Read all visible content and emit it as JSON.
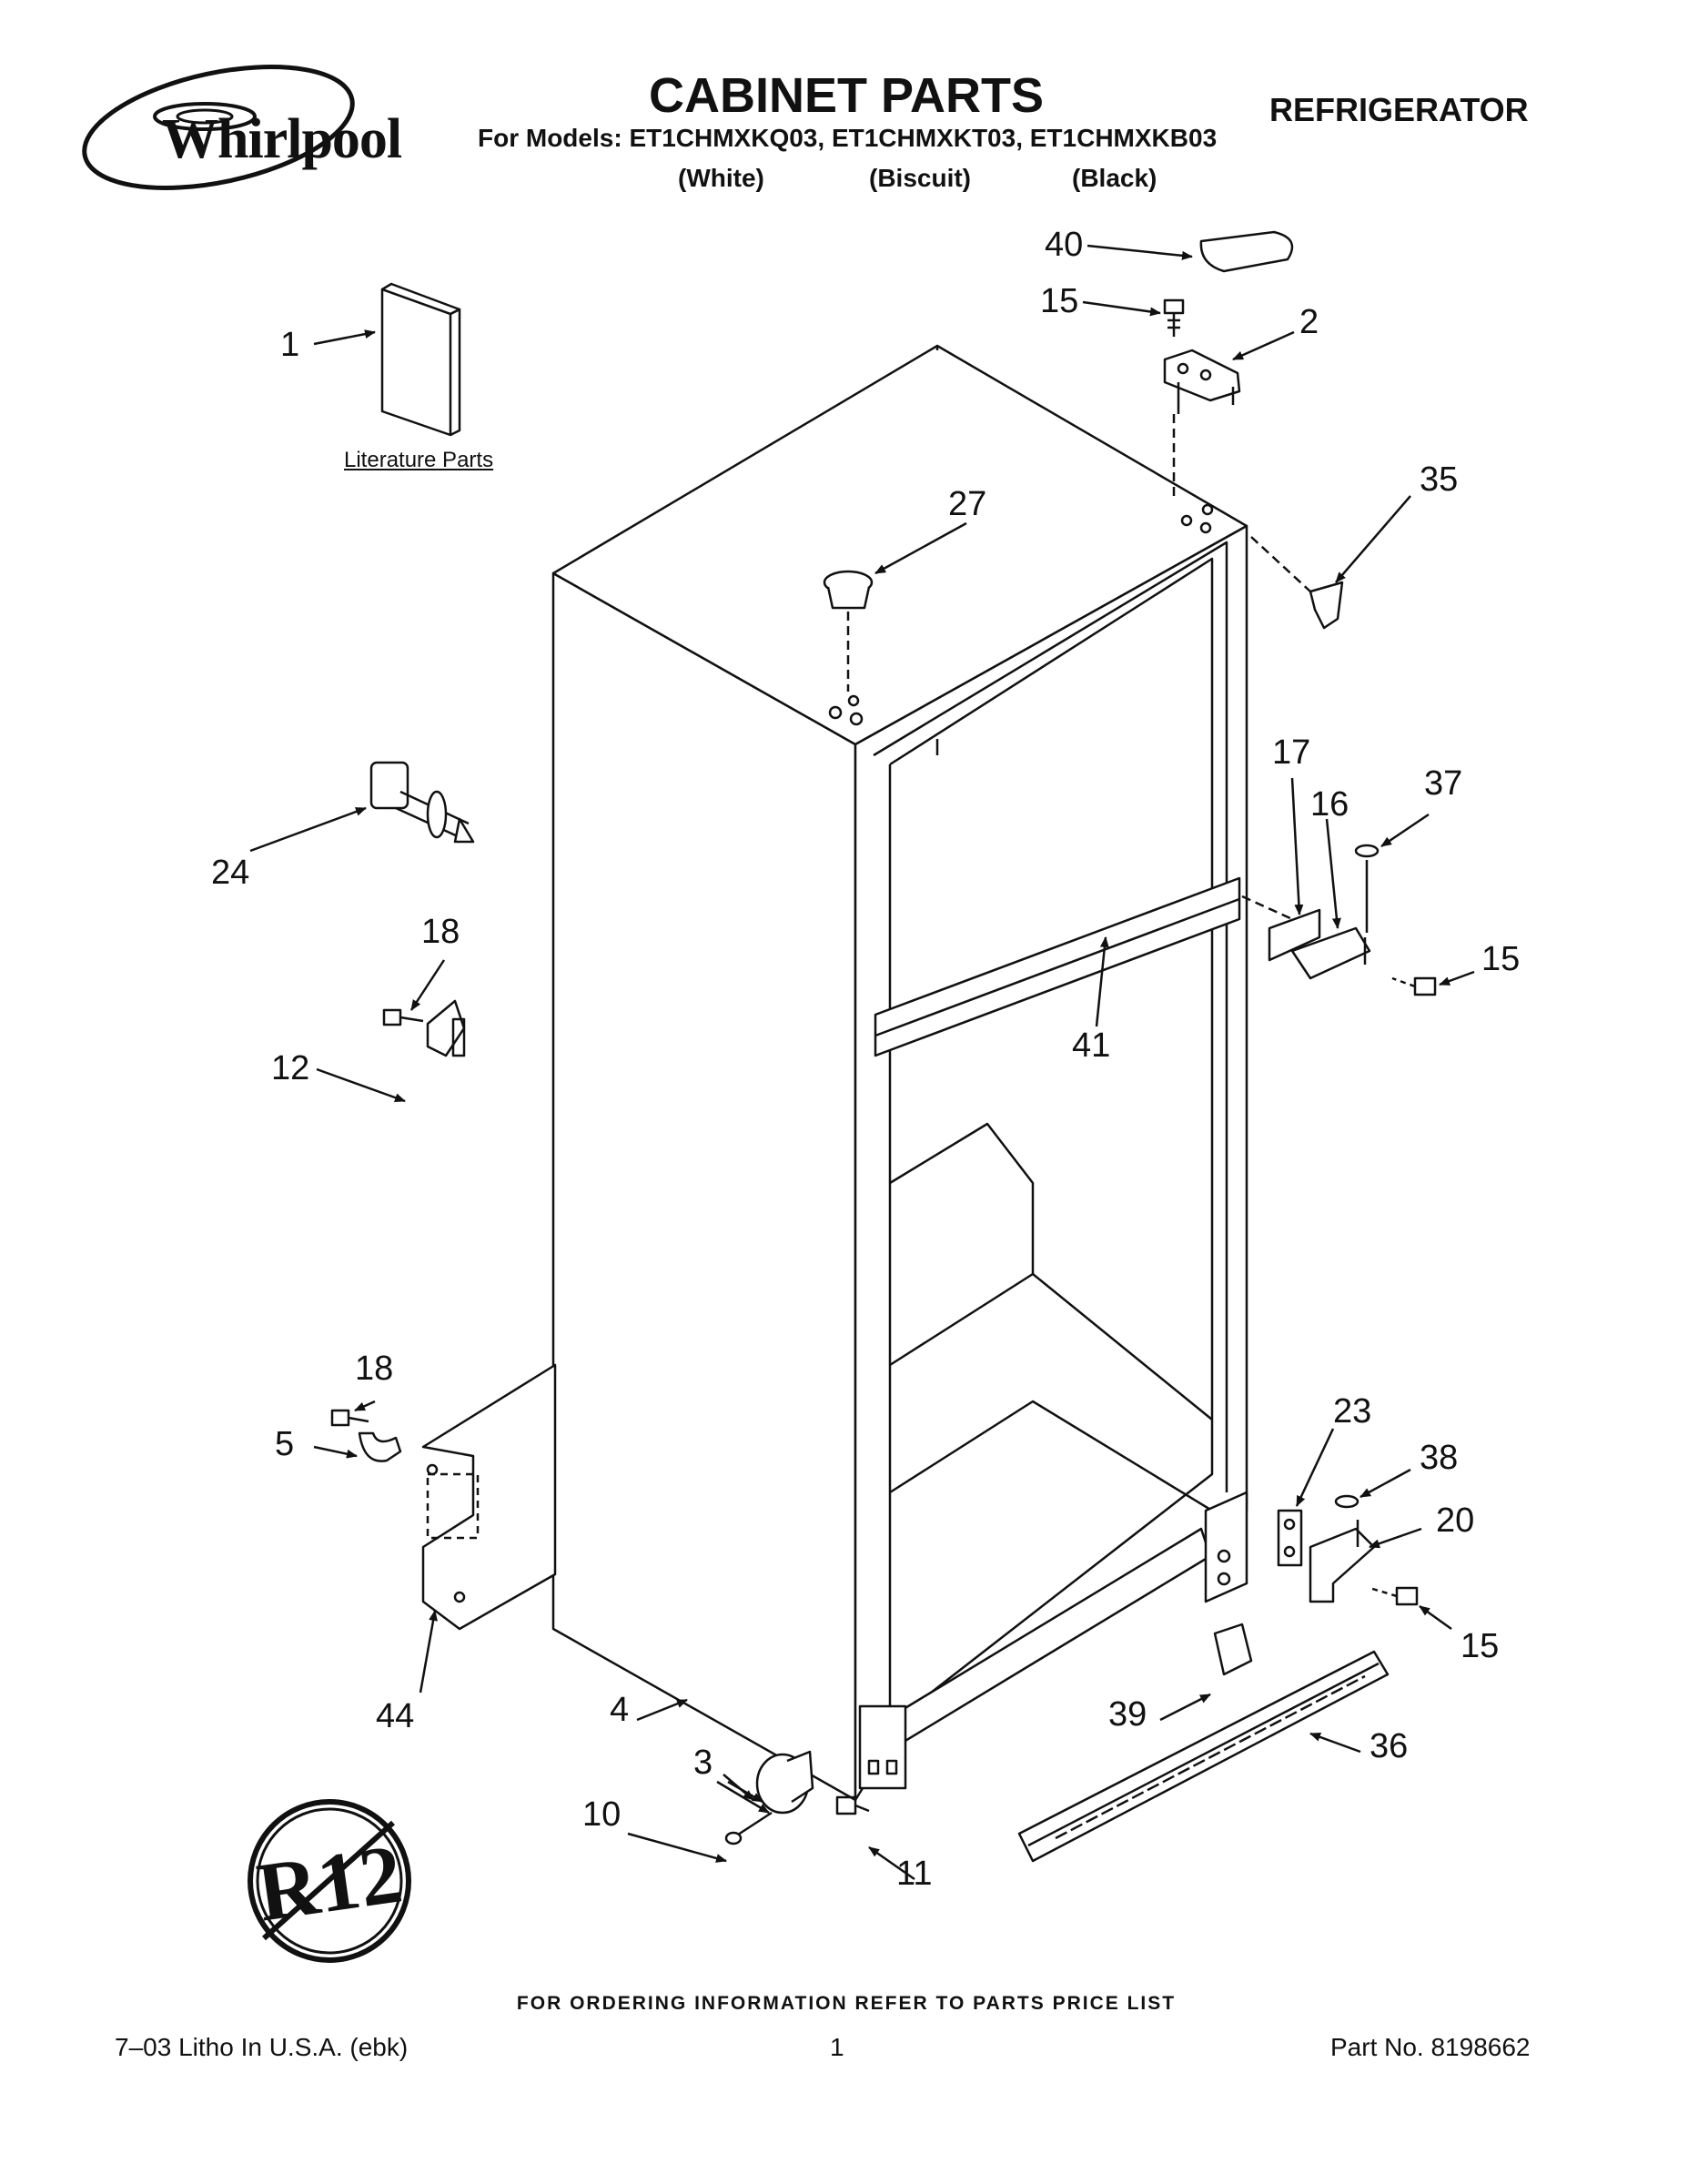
{
  "header": {
    "brand": "Whirlpool",
    "title": "CABINET PARTS",
    "subtitle": "For Models: ET1CHMXKQ03, ET1CHMXKT03, ET1CHMXKB03",
    "variants": [
      "(White)",
      "(Biscuit)",
      "(Black)"
    ],
    "category": "REFRIGERATOR"
  },
  "literature_label": "Literature Parts",
  "stamp_text": "R12",
  "callouts": {
    "c1": "1",
    "c2": "2",
    "c3": "3",
    "c4": "4",
    "c5": "5",
    "c10": "10",
    "c11": "11",
    "c12": "12",
    "c15a": "15",
    "c15b": "15",
    "c15c": "15",
    "c16": "16",
    "c17": "17",
    "c18a": "18",
    "c18b": "18",
    "c20": "20",
    "c23": "23",
    "c24": "24",
    "c27": "27",
    "c35": "35",
    "c36": "36",
    "c37": "37",
    "c38": "38",
    "c39": "39",
    "c40": "40",
    "c41": "41",
    "c44": "44"
  },
  "footer": {
    "note": "FOR ORDERING INFORMATION REFER TO PARTS PRICE LIST",
    "left": "7–03 Litho In U.S.A. (ebk)",
    "page": "1",
    "part_no": "Part No. 8198662"
  }
}
